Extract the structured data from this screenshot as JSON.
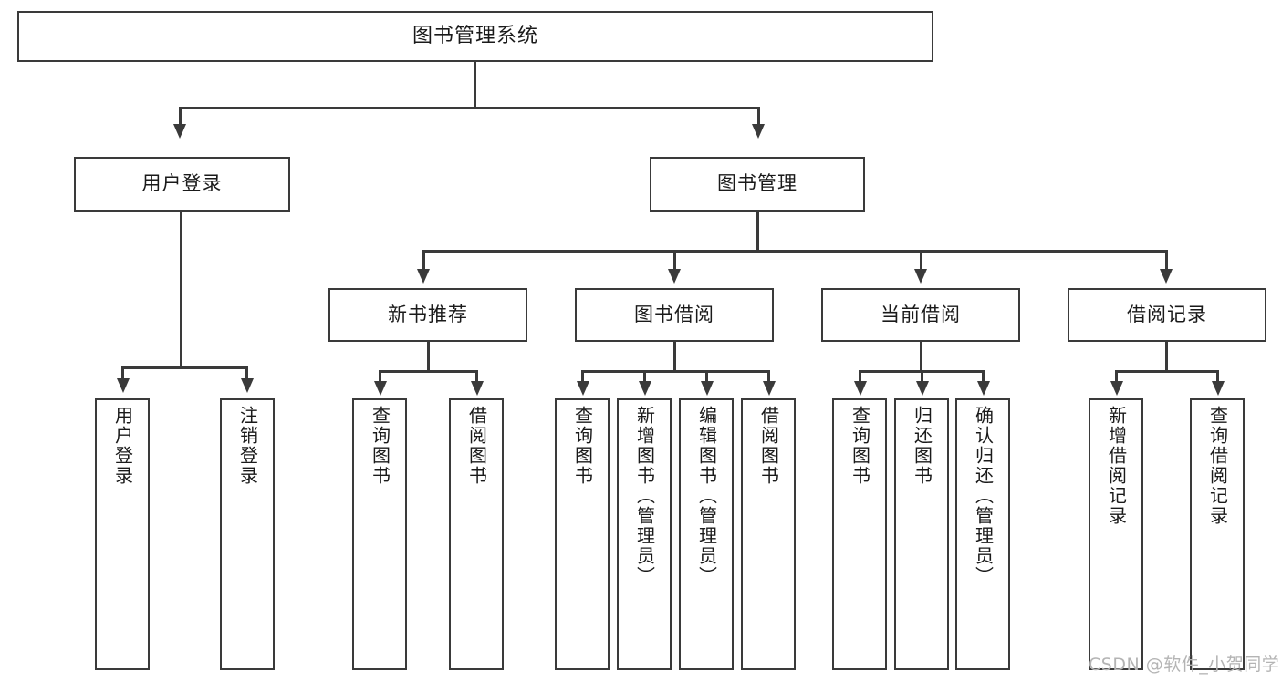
{
  "diagram": {
    "type": "tree-hierarchy",
    "title": "图书管理系统",
    "root": {
      "id": "root",
      "label": "图书管理系统"
    },
    "level2": [
      {
        "id": "user-login",
        "label": "用户登录"
      },
      {
        "id": "book-management",
        "label": "图书管理"
      }
    ],
    "level3": [
      {
        "id": "new-book-recommend",
        "label": "新书推荐",
        "parent": "book-management"
      },
      {
        "id": "book-borrow",
        "label": "图书借阅",
        "parent": "book-management"
      },
      {
        "id": "current-borrow",
        "label": "当前借阅",
        "parent": "book-management"
      },
      {
        "id": "borrow-record",
        "label": "借阅记录",
        "parent": "book-management"
      }
    ],
    "leaves": {
      "user-login": [
        {
          "id": "leaf-user-login",
          "label": "用户登录"
        },
        {
          "id": "leaf-logout",
          "label": "注销登录"
        }
      ],
      "new-book-recommend": [
        {
          "id": "leaf-query-book-1",
          "label": "查询图书"
        },
        {
          "id": "leaf-borrow-book-1",
          "label": "借阅图书"
        }
      ],
      "book-borrow": [
        {
          "id": "leaf-query-book-2",
          "label": "查询图书"
        },
        {
          "id": "leaf-add-book",
          "label": "新增图书（管理员）"
        },
        {
          "id": "leaf-edit-book",
          "label": "编辑图书（管理员）"
        },
        {
          "id": "leaf-borrow-book-2",
          "label": "借阅图书"
        }
      ],
      "current-borrow": [
        {
          "id": "leaf-query-book-3",
          "label": "查询图书"
        },
        {
          "id": "leaf-return-book",
          "label": "归还图书"
        },
        {
          "id": "leaf-confirm-return",
          "label": "确认归还（管理员）"
        }
      ],
      "borrow-record": [
        {
          "id": "leaf-add-record",
          "label": "新增借阅记录"
        },
        {
          "id": "leaf-query-record",
          "label": "查询借阅记录"
        }
      ]
    }
  },
  "watermark": {
    "text": "CSDN @软件_小贺同学"
  },
  "colors": {
    "stroke": "#3a3a3a",
    "fill": "#ffffff",
    "text": "#1a1a1a",
    "watermark": "#b4b4b4"
  }
}
